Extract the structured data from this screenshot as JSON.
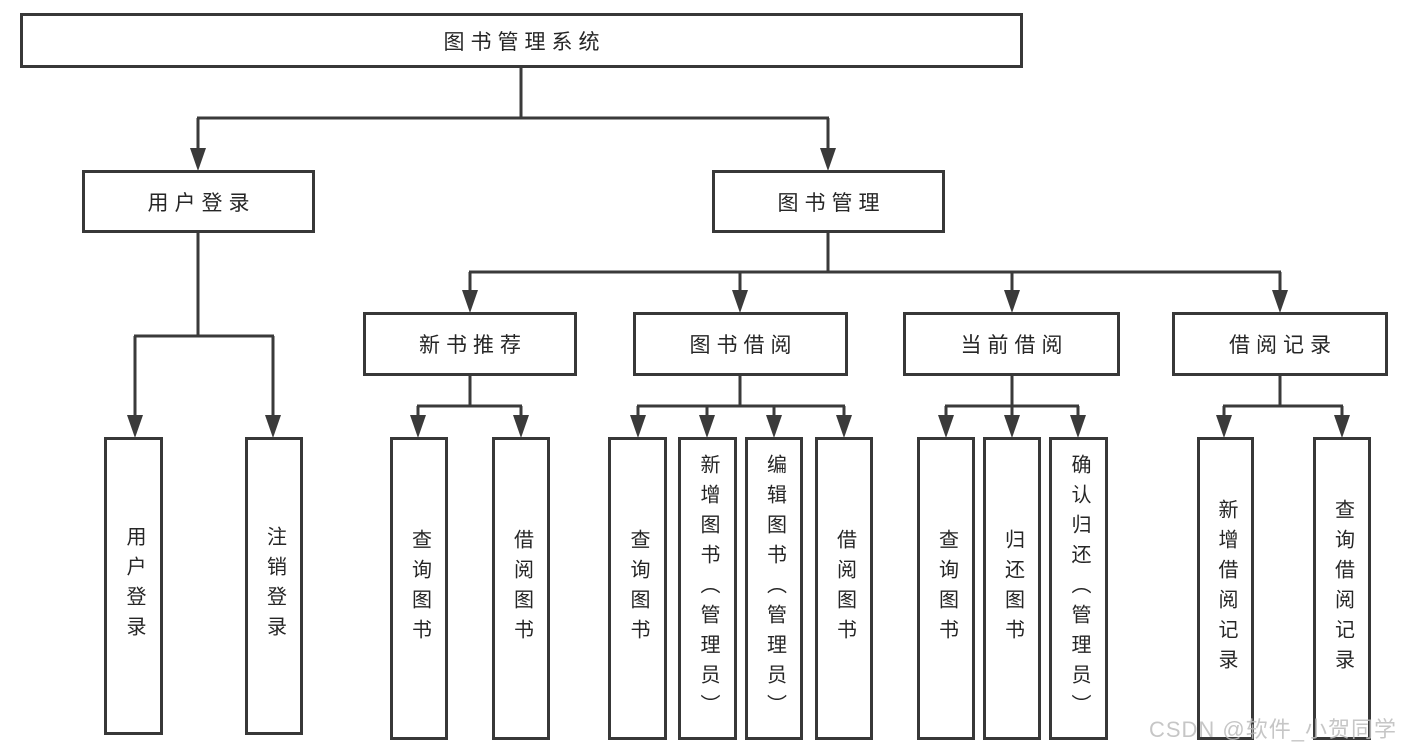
{
  "root": {
    "label": "图书管理系统"
  },
  "branches": [
    {
      "label": "用户登录",
      "children": [
        {
          "label": "用户登录"
        },
        {
          "label": "注销登录"
        }
      ]
    },
    {
      "label": "图书管理",
      "children": [
        {
          "label": "新书推荐",
          "children": [
            {
              "label": "查询图书"
            },
            {
              "label": "借阅图书"
            }
          ]
        },
        {
          "label": "图书借阅",
          "children": [
            {
              "label": "查询图书"
            },
            {
              "label": "新增图书（管理员）"
            },
            {
              "label": "编辑图书（管理员）"
            },
            {
              "label": "借阅图书"
            }
          ]
        },
        {
          "label": "当前借阅",
          "children": [
            {
              "label": "查询图书"
            },
            {
              "label": "归还图书"
            },
            {
              "label": "确认归还（管理员）"
            }
          ]
        },
        {
          "label": "借阅记录",
          "children": [
            {
              "label": "新增借阅记录"
            },
            {
              "label": "查询借阅记录"
            }
          ]
        }
      ]
    }
  ],
  "watermark": "CSDN @软件_小贺同学",
  "colors": {
    "background": "#ffffff",
    "box_border": "#383838",
    "connector_line": "#3a3a3a",
    "text": "#262626",
    "watermark": "#bdbdbd"
  }
}
